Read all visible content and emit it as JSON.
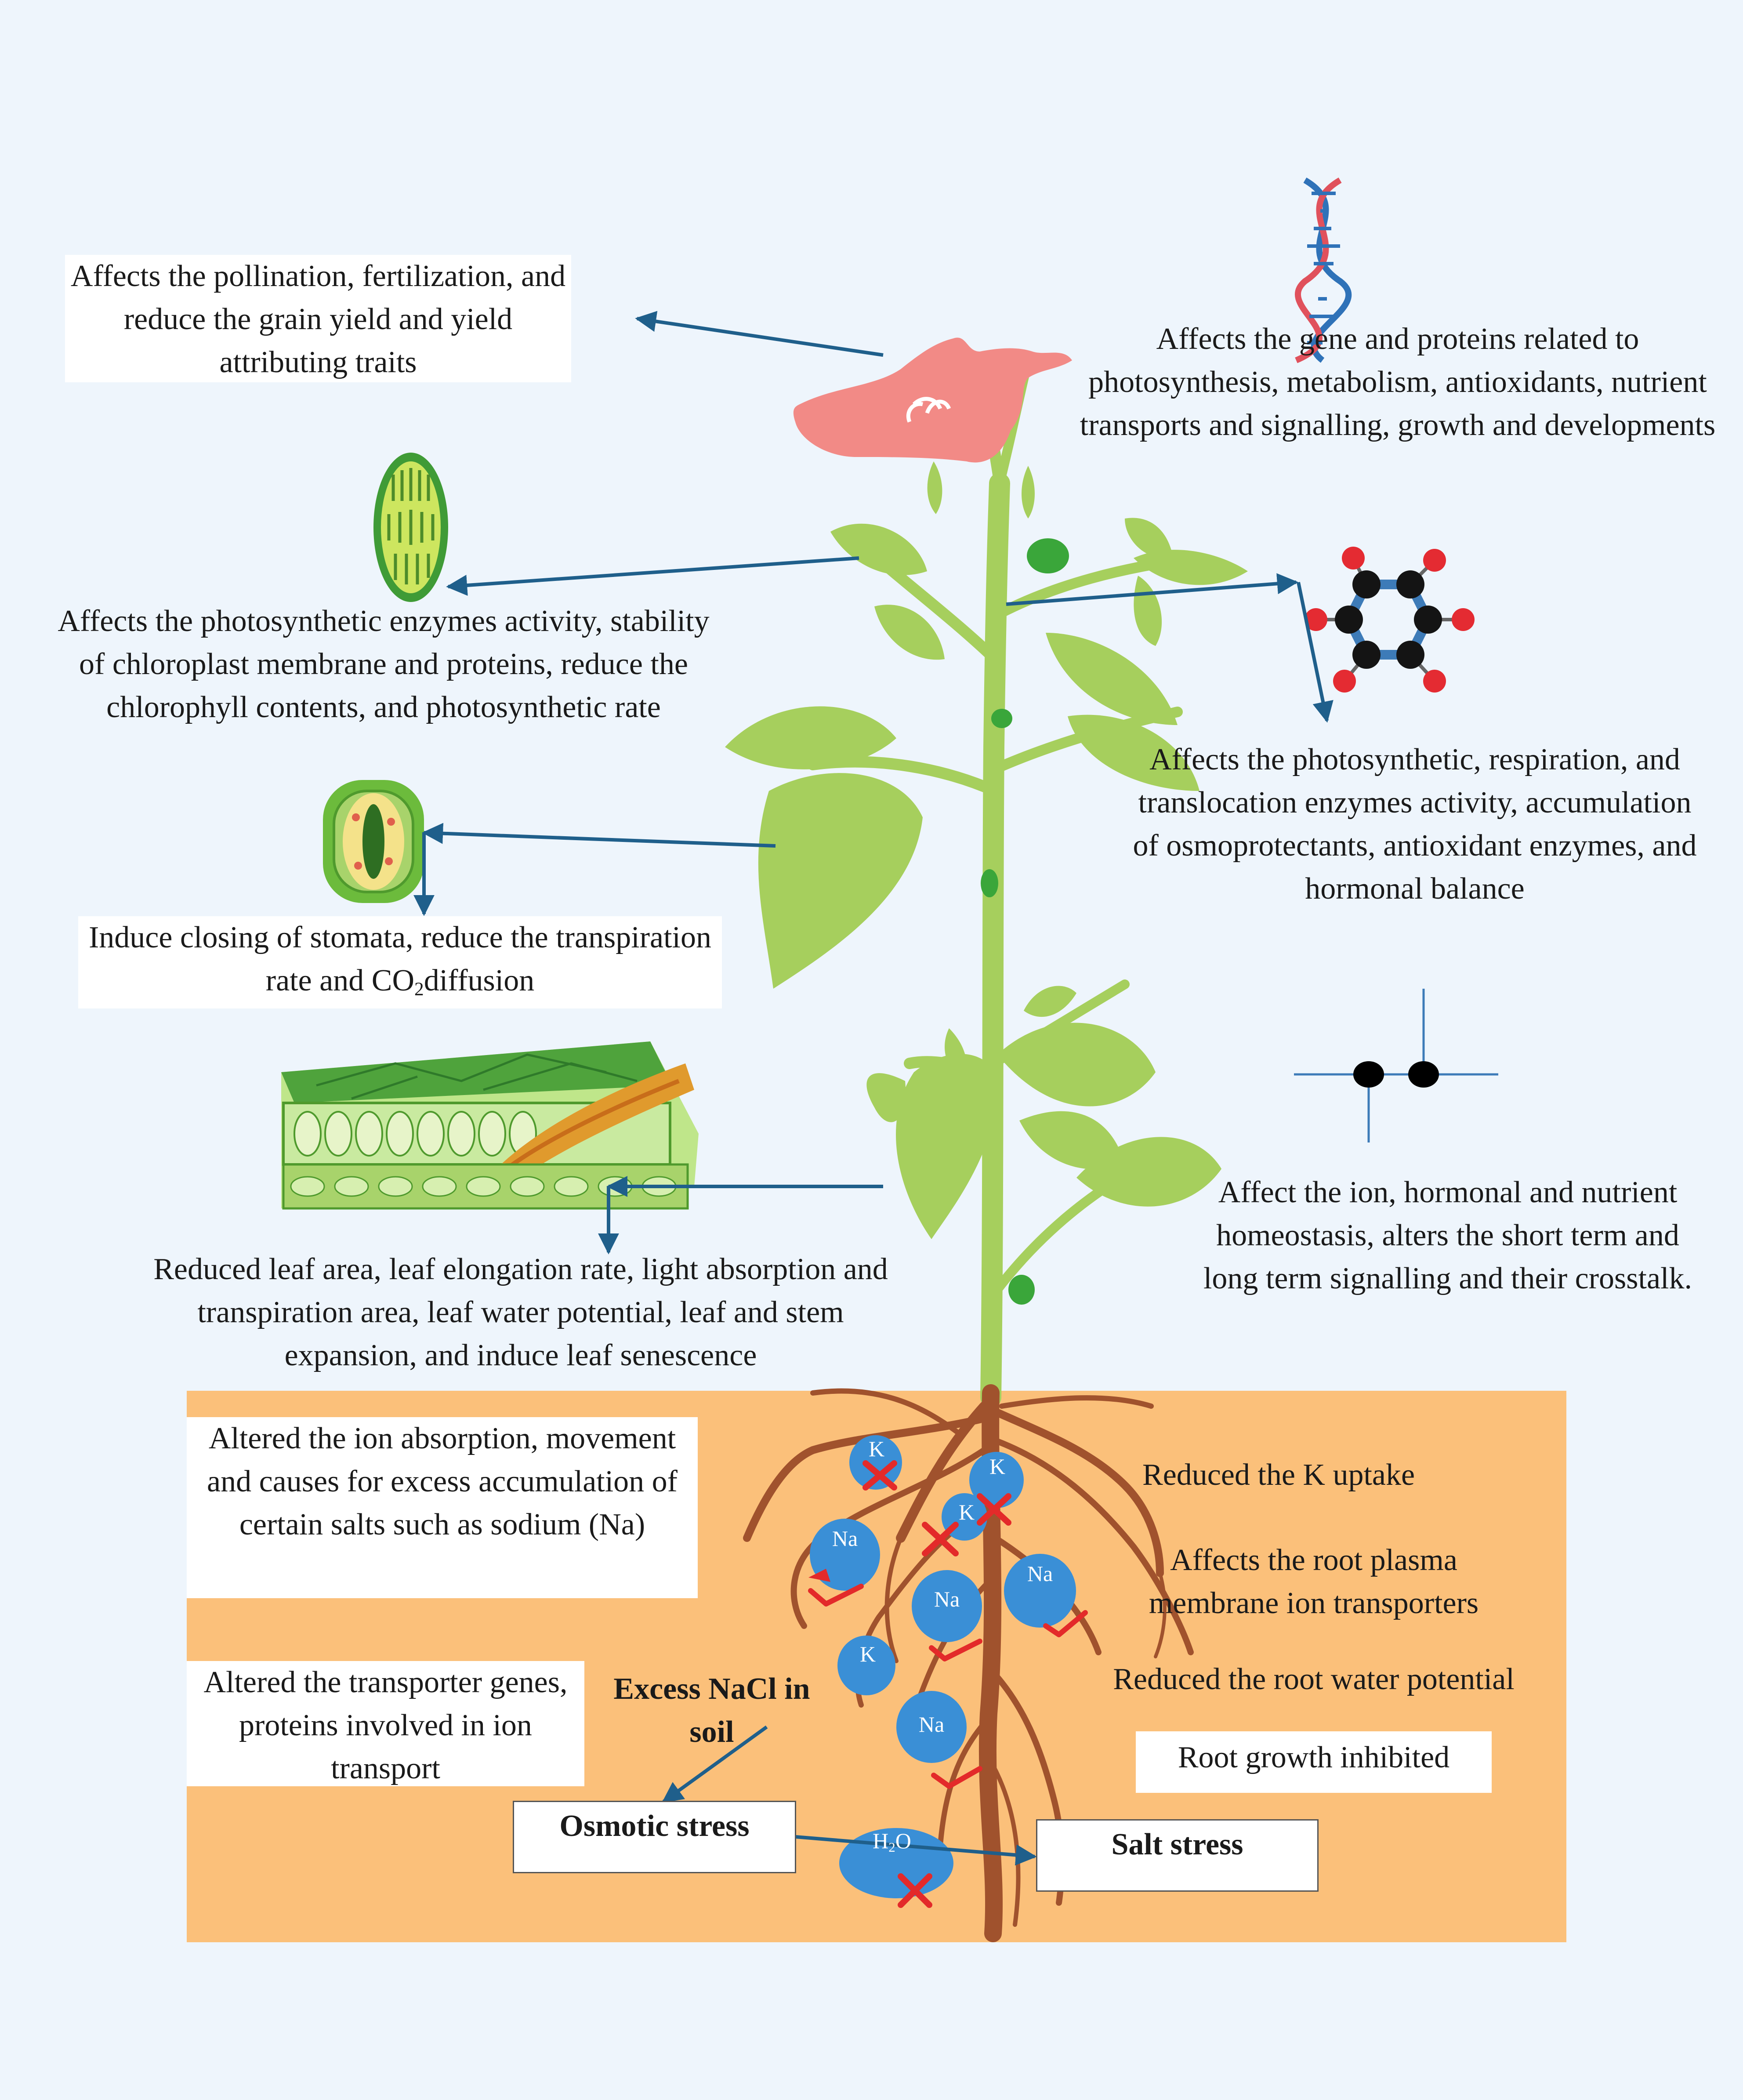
{
  "colors": {
    "background": "#eef5fc",
    "soil": "#fbc07a",
    "arrow": "#1f5f8b",
    "plant": "#a6cf5d",
    "flower": "#f28a86",
    "root": "#a0522d",
    "ion": "#3a8fd6"
  },
  "icons": [
    "dna-icon",
    "chloroplast-icon",
    "stomata-icon",
    "leaf-cross-section-icon",
    "molecule-icon",
    "signalling-junction-icon"
  ],
  "labels": {
    "flower": "Affects the pollination, fertilization, and reduce the grain yield and yield attributing traits",
    "gene": "Affects the gene and proteins related to photosynthesis, metabolism, antioxidants, nutrient transports and signalling, growth and developments",
    "chloroplast": "Affects the photosynthetic enzymes activity, stability of chloroplast membrane and proteins, reduce the chlorophyll contents, and photosynthetic rate",
    "enzymes": "Affects the photosynthetic, respiration, and translocation enzymes activity, accumulation of osmoprotectants, antioxidant enzymes, and hormonal balance",
    "stomata_pre": "Induce closing of stomata, reduce the transpiration rate and CO",
    "stomata_sub": "2",
    "stomata_post": "diffusion",
    "leaf": "Reduced leaf area, leaf elongation rate, light absorption and transpiration area, leaf water potential, leaf and stem expansion, and induce leaf senescence",
    "homeostasis": "Affect the ion, hormonal and nutrient homeostasis, alters the short term and long term signalling and their crosstalk.",
    "ion_absorption": "Altered the ion absorption, movement and causes for excess accumulation of certain salts such as sodium (Na)",
    "transporter_genes": "Altered the transporter genes, proteins involved in ion transport",
    "k_uptake": "Reduced the K uptake",
    "plasma_membrane": "Affects the root plasma membrane ion transporters",
    "water_potential": "Reduced the root water potential",
    "root_growth": "Root growth inhibited",
    "nacl": "Excess NaCl in soil",
    "osmotic": "Osmotic stress",
    "salt": "Salt stress"
  },
  "ions": {
    "k": "K",
    "na": "Na",
    "h2o_pre": "H",
    "h2o_sub": "2",
    "h2o_post": "O"
  }
}
